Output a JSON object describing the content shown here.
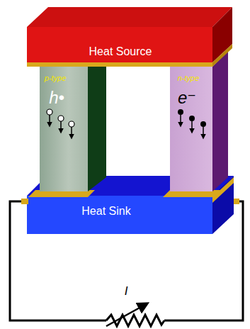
{
  "diagram": {
    "nodes": [
      {
        "text": [
          "Heat Source"
        ]
      },
      {
        "text": [
          "p-type",
          "h•"
        ]
      },
      {
        "text": [
          "n-type",
          "e⁻"
        ]
      },
      {
        "text": [
          "Heat Sink"
        ]
      }
    ],
    "labels": [
      "I"
    ]
  }
}
